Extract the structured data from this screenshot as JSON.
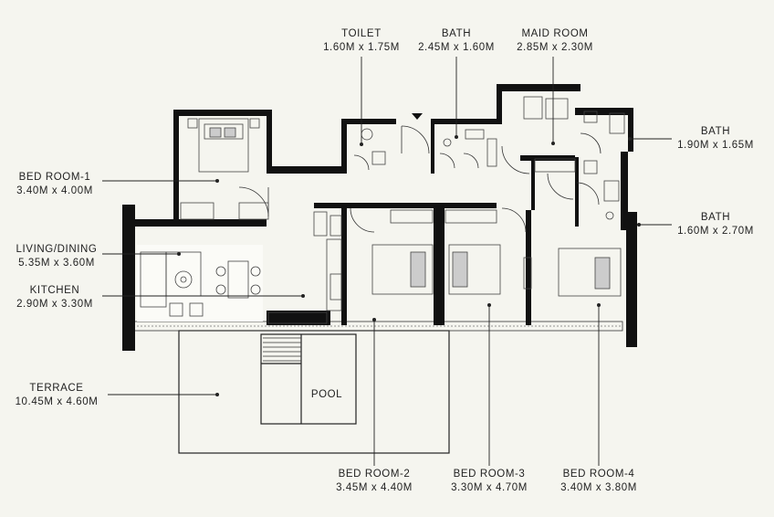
{
  "rooms": {
    "toilet": {
      "name": "TOILET",
      "size": "1.60M x 1.75M"
    },
    "bath_top": {
      "name": "BATH",
      "size": "2.45M x 1.60M"
    },
    "maid": {
      "name": "MAID ROOM",
      "size": "2.85M x 2.30M"
    },
    "bath_r1": {
      "name": "BATH",
      "size": "1.90M x 1.65M"
    },
    "bath_r2": {
      "name": "BATH",
      "size": "1.60M x 2.70M"
    },
    "bed1": {
      "name": "BED ROOM-1",
      "size": "3.40M x 4.00M"
    },
    "living": {
      "name": "LIVING/DINING",
      "size": "5.35M x 3.60M"
    },
    "kitchen": {
      "name": "KITCHEN",
      "size": "2.90M x 3.30M"
    },
    "terrace": {
      "name": "TERRACE",
      "size": "10.45M x 4.60M"
    },
    "bed2": {
      "name": "BED ROOM-2",
      "size": "3.45M x 4.40M"
    },
    "bed3": {
      "name": "BED ROOM-3",
      "size": "3.30M x 4.70M"
    },
    "bed4": {
      "name": "BED ROOM-4",
      "size": "3.40M x 3.80M"
    }
  },
  "pool_label": "POOL",
  "colors": {
    "background": "#f5f5ef",
    "wall": "#111111",
    "line": "#222222",
    "fixture": "#555555"
  }
}
